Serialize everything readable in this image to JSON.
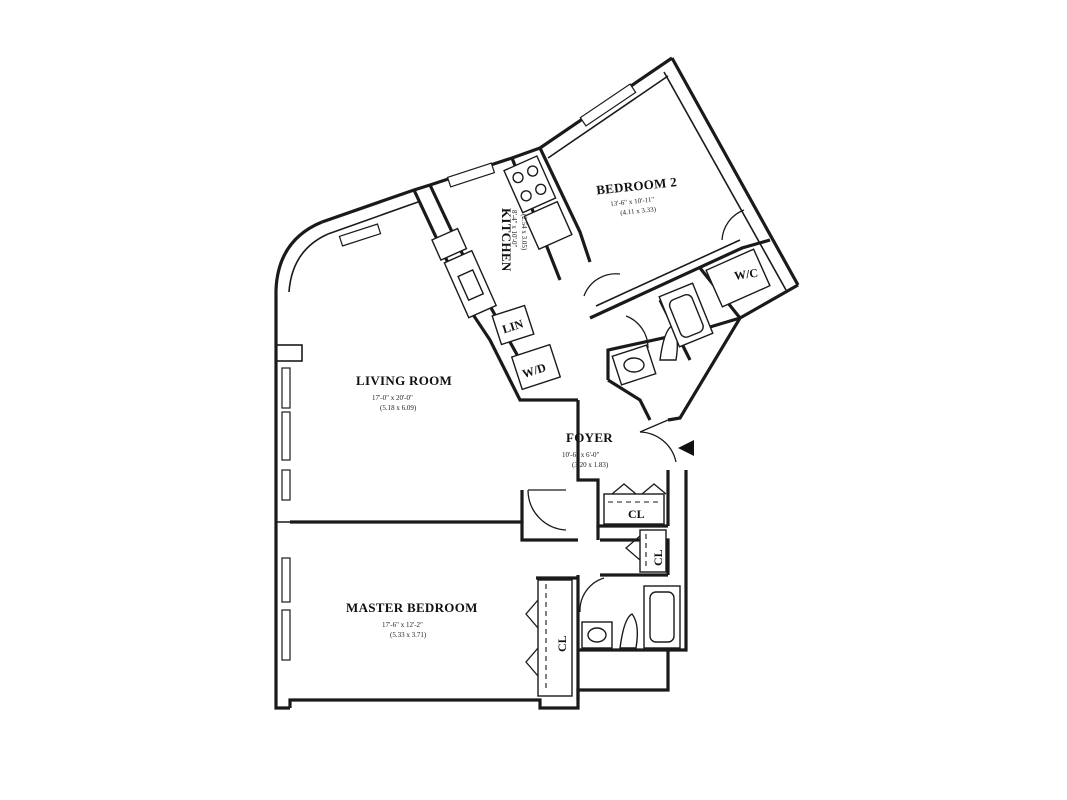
{
  "rooms": {
    "living_room": {
      "name": "LIVING ROOM",
      "dim_imperial": "17'-0\" x 20'-0\"",
      "dim_metric": "(5.18 x 6.09)"
    },
    "bedroom2": {
      "name": "BEDROOM 2",
      "dim_imperial": "13'-6\" x 10'-11\"",
      "dim_metric": "(4.11 x 3.33)"
    },
    "kitchen": {
      "name": "KITCHEN",
      "dim_imperial": "8'-4\" x 10'-0\"",
      "dim_metric": "(2.54 x 3.05)"
    },
    "foyer": {
      "name": "FOYER",
      "dim_imperial": "10'-6\" x 6'-0\"",
      "dim_metric": "(3.20 x 1.83)"
    },
    "master_bedroom": {
      "name": "MASTER BEDROOM",
      "dim_imperial": "17'-6\" x 12'-2\"",
      "dim_metric": "(5.33 x 3.71)"
    }
  },
  "labels": {
    "walk_in_closet": "W/C",
    "linen": "LIN",
    "washer_dryer": "W/D",
    "closet_foyer": "CL",
    "closet_hall": "CL",
    "closet_master": "CL"
  },
  "icons": {
    "entry": "entry-arrow-icon"
  },
  "colors": {
    "ink": "#1a1a1a",
    "paper": "#ffffff"
  }
}
